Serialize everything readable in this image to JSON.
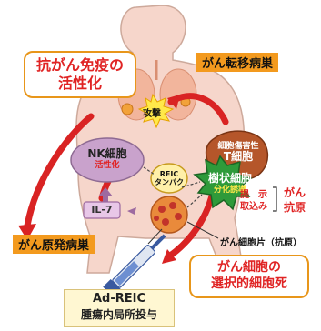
{
  "title_box": {
    "line1": "抗がん免疫の",
    "line2": "活性化"
  },
  "metastasis_tag": "がん転移病巣",
  "attack_label": "攻撃",
  "primary_tag": "がん原発病巣",
  "nk_cell": {
    "line1": "NK細胞",
    "line2": "活性化"
  },
  "reic_protein": {
    "line1": "REIC",
    "line2": "タンパク"
  },
  "t_cell": {
    "line1": "細胞傷害性",
    "line2": "T細胞"
  },
  "dendritic_cell": {
    "line1": "樹状細胞",
    "line2": "分化誘導"
  },
  "il7_label": "IL-7",
  "presentation": {
    "line1": "提　示",
    "line2": "取込み",
    "bracket_line1": "がん",
    "bracket_line2": "抗原"
  },
  "fragment_label": "がん細胞片（抗原）",
  "selective_death": {
    "line1": "がん細胞の",
    "line2": "選択的細胞死"
  },
  "adreic_box": {
    "line1": "Ad-REIC",
    "line2": "腫瘍内局所投与"
  },
  "colors": {
    "accent_red": "#e02424",
    "orange": "#f39a1e",
    "body_skin": "#f6cfc4",
    "body_outline": "#c9a79a",
    "green_cell": "#2e9a3a",
    "purple_cell": "#c9a2cc"
  }
}
